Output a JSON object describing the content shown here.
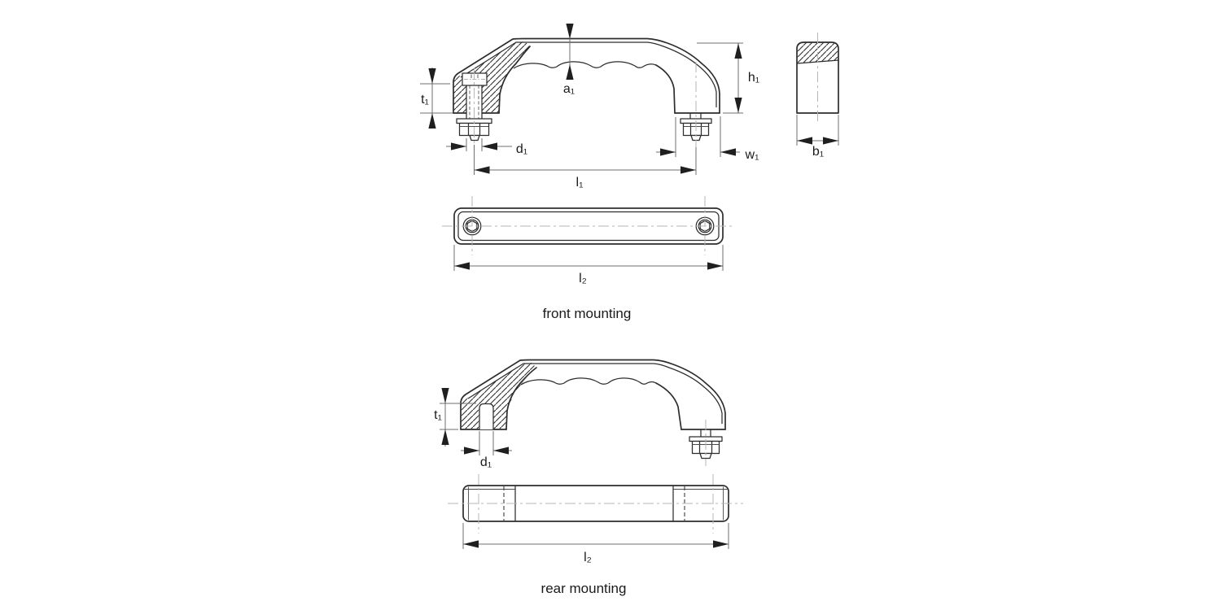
{
  "drawing": {
    "front_view": {
      "caption": "front mounting",
      "labels": {
        "t1": "t₁",
        "d1": "d₁",
        "a1": "a₁",
        "h1": "h₁",
        "w1": "w₁",
        "l1": "l₁",
        "l2": "l₂"
      }
    },
    "section_view": {
      "labels": {
        "b1": "b₁"
      }
    },
    "rear_view": {
      "caption": "rear mounting",
      "labels": {
        "t1": "t₁",
        "d1": "d₁",
        "l2": "l₂"
      }
    },
    "colors": {
      "object_line": "#2d2d2d",
      "dimension_line": "#6f6f6f",
      "centerline": "#b6b6b6",
      "background": "#ffffff"
    }
  }
}
